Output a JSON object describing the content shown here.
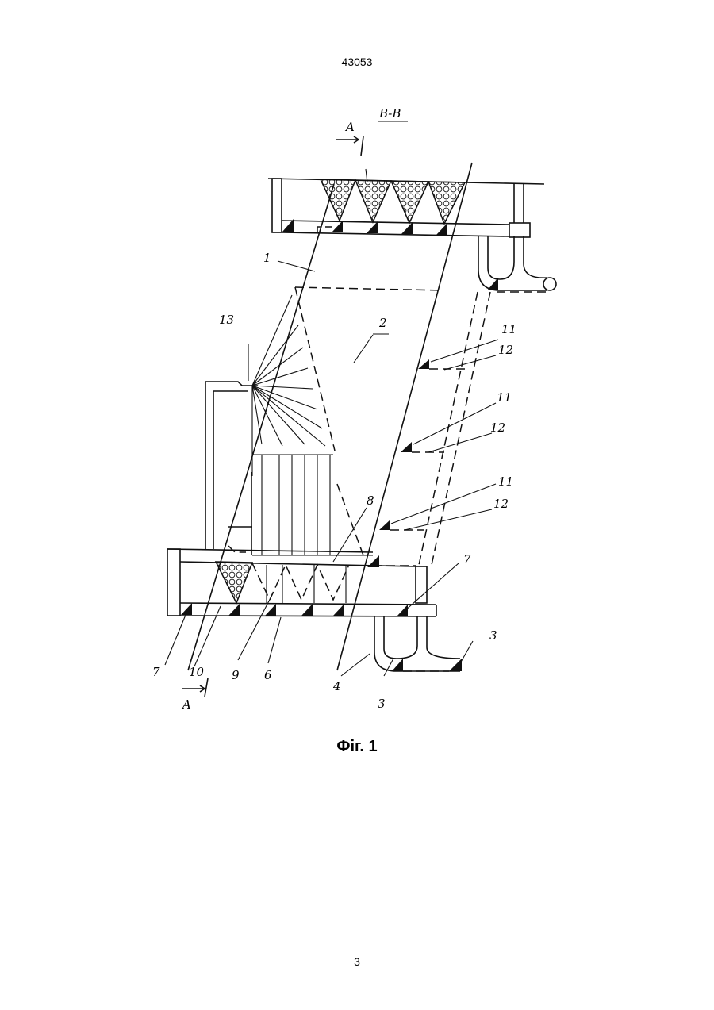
{
  "document": {
    "header_number": "43053",
    "footer_page": "3",
    "figure_caption": "Фіг. 1"
  },
  "drawing": {
    "section_label": "B-B",
    "cut_label_top": "A",
    "cut_label_bottom": "A",
    "callouts": [
      "1",
      "2",
      "13",
      "11",
      "12",
      "11",
      "12",
      "11",
      "12",
      "8",
      "7",
      "7",
      "10",
      "9",
      "6",
      "4",
      "3",
      "3"
    ]
  }
}
